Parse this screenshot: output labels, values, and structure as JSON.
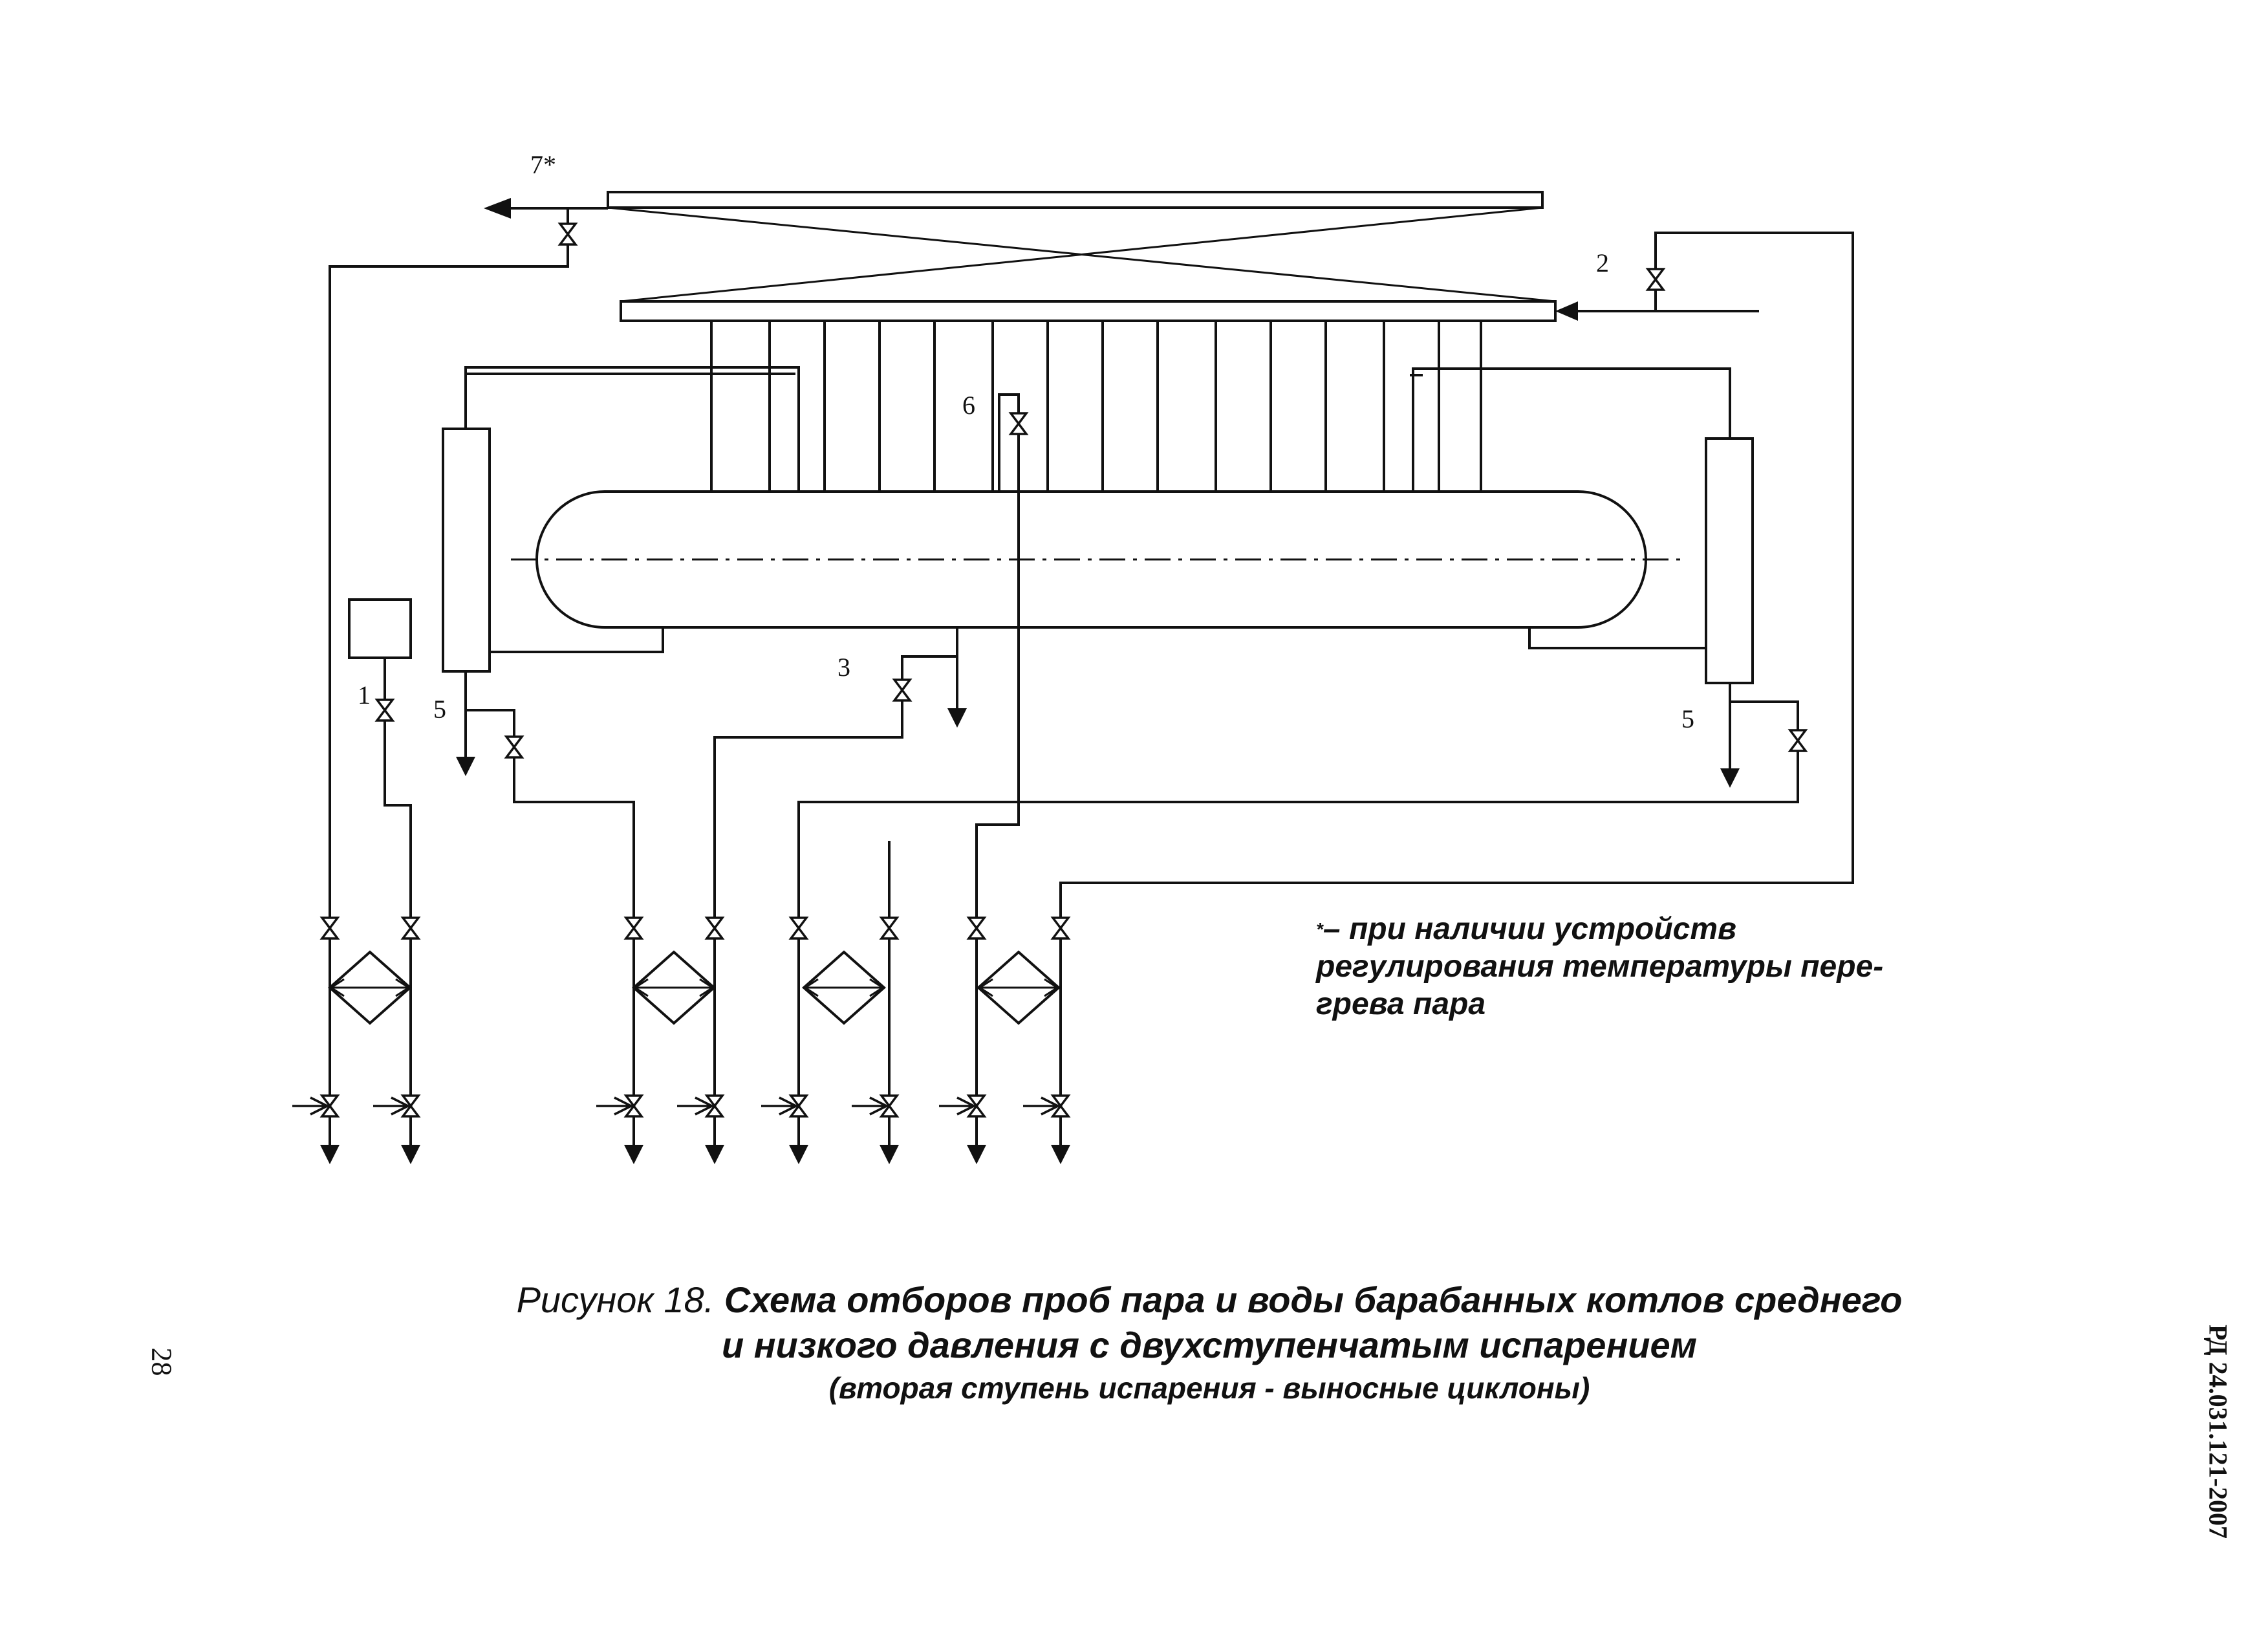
{
  "labels": {
    "l7": "7*",
    "l2": "2",
    "l6": "6",
    "l3": "3",
    "l1": "1",
    "l5a": "5",
    "l5b": "5"
  },
  "note": {
    "asterisk": "*",
    "line1": "– при наличии устройств",
    "line2": "регулирования температуры пере-",
    "line3": "грева пара"
  },
  "caption": {
    "prefix": "Рисунок 18.",
    "line1": "Схема отборов проб пара и воды барабанных котлов среднего",
    "line2": "и низкого давления  с двухступенчатым испарением",
    "line3": "(вторая ступень испарения - выносные циклоны)"
  },
  "page_number": "28",
  "document_code": "РД 24.031.121-2007"
}
